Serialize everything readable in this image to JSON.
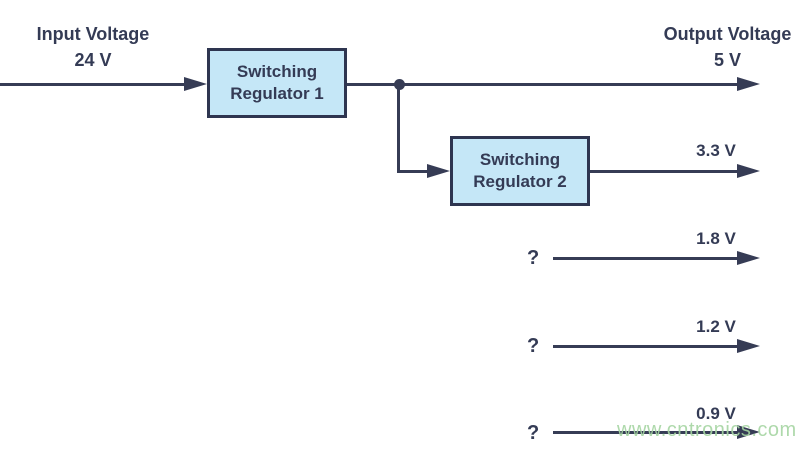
{
  "header": {
    "input": {
      "label": "Input Voltage",
      "value": "24 V"
    },
    "output": {
      "label": "Output Voltage",
      "value": "5 V"
    }
  },
  "regulators": [
    {
      "line1": "Switching",
      "line2": "Regulator 1"
    },
    {
      "line1": "Switching",
      "line2": "Regulator 2"
    }
  ],
  "rails": [
    {
      "voltage": "3.3 V"
    },
    {
      "source_mark": "?",
      "voltage": "1.8 V"
    },
    {
      "source_mark": "?",
      "voltage": "1.2 V"
    },
    {
      "source_mark": "?",
      "voltage": "0.9 V"
    }
  ],
  "watermark": "www.cntronics.com",
  "colors": {
    "line": "#363c55",
    "text": "#343b55",
    "box_fill": "#c5e7f7",
    "box_border": "#2e3550",
    "watermark_green": "#a6d5a3",
    "background": "#ffffff"
  }
}
